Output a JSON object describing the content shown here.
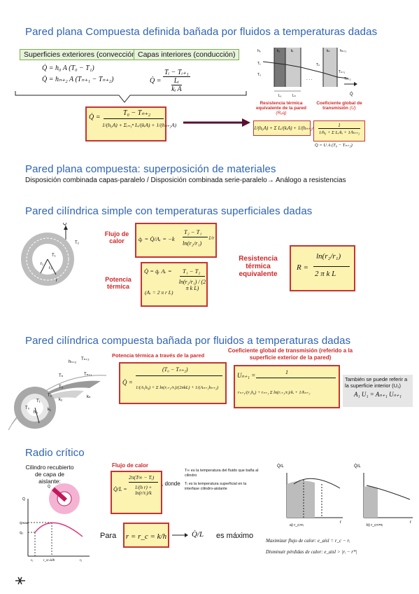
{
  "section1": {
    "title": "Pared plana Compuesta definida bañada por fluidos a temperaturas dadas",
    "convection_label": "Superficies exteriores (convección)",
    "conduction_label": "Capas interiores (conducción)",
    "eq_conv_1": "Q̇ = h₀ A (T₀ − T₁)",
    "eq_conv_2": "Q̇ = hₙ₊₂ A (Tₙ₊₁ − Tₙ₊₂)",
    "eq_cond_num": "Tᵢ − Tᵢ₊₁",
    "eq_cond_den_top": "Lᵢ",
    "eq_cond_den_bot": "kᵢ A",
    "eq_cond_lhs": "Q̇ =",
    "main_eq_lhs": "Q̇ =",
    "main_eq_num": "T₀ − Tₙ₊₂",
    "main_eq_den": "1/(h₀A) + Σᵢ₌₁ⁿ Lᵢ/(kᵢA) + 1/(hₙ₊₂A)",
    "resistance_label": "Resistencia térmica equivalente de la pared",
    "resistance_symbol": "(Rₑq)",
    "resistance_eq": "1/(h₀A) + Σ Lᵢ/(kᵢA) + 1/(hₙ₊₂A)",
    "global_label": "Coeficiente global de transmisión",
    "global_symbol": "(U)",
    "global_eq_num": "1",
    "global_eq_den": "1/h₀ + Σ Lᵢ/kᵢ + 1/hₙ₊₂",
    "global_eq_flow": "Q̇ = U A (T₀ − Tₙ₊₂)",
    "wall_labels": [
      "h₀",
      "k₁",
      "kᵢ",
      "kₙ",
      "hₙ₊₂",
      "T₁",
      "T₀",
      "Tₙ",
      "Tₙ₊₁",
      "Tₙ₊₂",
      "L₁",
      "Lₙ",
      "Q̇",
      ". . ."
    ]
  },
  "section2": {
    "title": "Pared plana compuesta: superposición de materiales",
    "subtitle": "Disposición combinada capas-paralelo / Disposición combinada serie-paralelo→  Análogo a resistencias"
  },
  "section3": {
    "title": "Pared cilíndrica simple con temperaturas superficiales dadas",
    "flux_label": "Flujo de calor",
    "flux_eq_lhs": "q̇ᵣ = Q̇/Aᵣ = −k",
    "flux_eq_num": "T₂ − T₁",
    "flux_eq_den": "ln(r₂/r₁)",
    "flux_eq_tail": "1/r",
    "power_label": "Potencia térmica",
    "power_eq_lhs": "Q̇ = q̇ᵣ Aᵣ =",
    "power_eq_num": "T₁ − T₂",
    "power_eq_den": "ln(r₂/r₁) / (2 π k L)",
    "area_note": "(Aᵣ = 2 π r L)",
    "resistance_label": "Resistencia térmica equivalente",
    "resistance_eq_lhs": "R =",
    "resistance_eq_num": "ln(r₂/r₁)",
    "resistance_eq_den": "2 π k L",
    "diagram_labels": [
      "Q̇",
      "T₂",
      "T₁",
      "r₁",
      "r₂",
      "r"
    ]
  },
  "section4": {
    "title": "Pared cilíndrica compuesta bañada por fluidos a temperaturas dadas",
    "power_label": "Potencia térmica a través de la pared",
    "power_eq_lhs": "Q̇ =",
    "power_eq_num": "(T₀ − Tₙ₊₂)",
    "power_eq_den": "1/(A₁h₀) + Σ ln(rᵢ₊₁/rᵢ)/(2πkL) + 1/(Aₙ₊₁hₙ₊₂)",
    "global_label": "Coeficiente global de transmisión (referido a la superficie exterior de la pared)",
    "global_eq_lhs": "Uₙ₊₁ =",
    "global_eq_num": "1",
    "global_eq_den": "rₙ₊₁/(r₁h₀) + rₙ₊₁ Σ ln(rᵢ₊₁/rᵢ)/kᵢ + 1/hₙ₊₂",
    "note": "También se puede referir a la superficie interior (U₁)",
    "note_eq": "A₁ U₁ = Aₙ₊₁ Uₙ₊₁",
    "diagram_labels": [
      "Tₙ₊₂",
      "hₙ₊₂",
      "Tₙ₊₁",
      "Tₙ",
      "kₙ",
      "T₃",
      "k₂",
      "T₂",
      "k₁",
      "T₁",
      "T₀",
      "h₀"
    ]
  },
  "section5": {
    "title": "Radio crítico",
    "cylinder_label": "Cilindro recubierto de capa de aislante:",
    "flux_label": "Flujo de calor",
    "flux_eq_lhs": "Q̇/L =",
    "flux_eq_num": "2π(T∞ − Tᵢ)",
    "flux_eq_den": "1/(h r) + ln(r/rᵢ)/k",
    "donde": ", donde",
    "note_1": "T∞ es la temperatura del fluido que baña al cilindro",
    "note_2": "Tᵢ es la temperatura superficial en la interfase cilindro-aislante",
    "para": "Para",
    "rc_eq": "r = r_c = k/h",
    "arrow_expr": "Q̇/L",
    "max_text": "es máximo",
    "maximize_text": "Maximizar flujo de calor: e_aisl = r_c − rᵢ",
    "minimize_text": "Disminuir pérdidas de calor: e_aisl > |rᵢ − r*|",
    "graph_a_label": "a) r_c>rᵢ",
    "graph_b_label": "b) r_c<=rᵢ",
    "graph_y_label": "Q̇/L",
    "graph_x_label": "r",
    "plot_labels": [
      "Q̇",
      "Q̇max",
      "Q̇₀",
      "r₀",
      "r_cr=k/h",
      "r₂",
      "Q̇/L",
      "rᵢ",
      "r_c",
      "r*"
    ]
  },
  "colors": {
    "title_blue": "#2e63b4",
    "red_border": "#c83232",
    "yellow_fill": "#fdf3b0",
    "green_border": "#77b24a"
  }
}
